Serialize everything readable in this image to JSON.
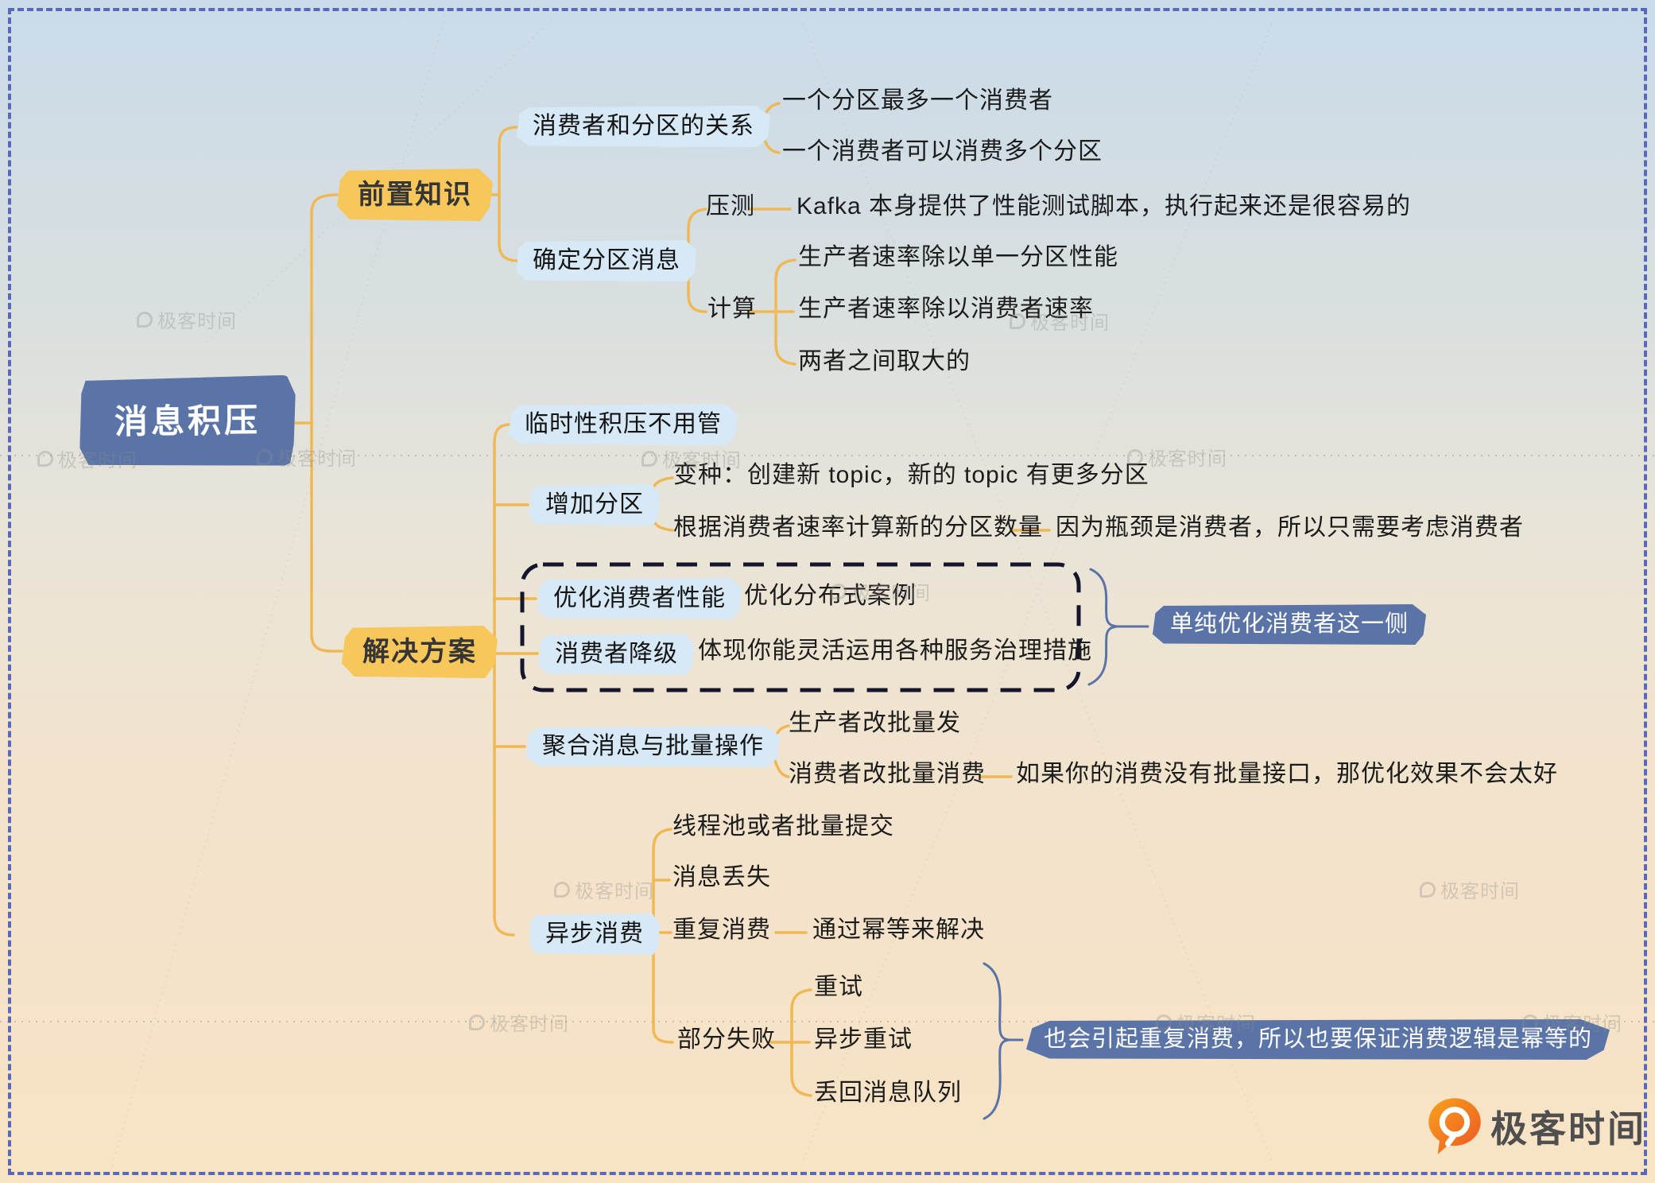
{
  "palette": {
    "node_navy": "#5b74a7",
    "node_yellow": "#f7c75c",
    "node_blue": "#d7e9f6",
    "connector_yellow": "#efb855",
    "brace_navy": "#5873a8",
    "page_border": "#5a68b8",
    "logo_orange": "#f26822"
  },
  "watermark": "极客时间",
  "brand": "极客时间",
  "mindmap": {
    "root": "消息积压",
    "pre": {
      "label": "前置知识",
      "relation": {
        "label": "消费者和分区的关系",
        "items": [
          "一个分区最多一个消费者",
          "一个消费者可以消费多个分区"
        ]
      },
      "determine": {
        "label": "确定分区消息",
        "stress": {
          "label": "压测",
          "note": "Kafka 本身提供了性能测试脚本，执行起来还是很容易的"
        },
        "calc": {
          "label": "计算",
          "items": [
            "生产者速率除以单一分区性能",
            "生产者速率除以消费者速率",
            "两者之间取大的"
          ]
        }
      }
    },
    "solution": {
      "label": "解决方案",
      "temporary": "临时性积压不用管",
      "add_partition": {
        "label": "增加分区",
        "variant": "变种：创建新 topic，新的 topic 有更多分区",
        "by_rate": "根据消费者速率计算新的分区数量",
        "by_rate_note": "因为瓶颈是消费者，所以只需要考虑消费者"
      },
      "consumer_group": {
        "optimize": {
          "label": "优化消费者性能",
          "note": "优化分布式案例"
        },
        "downgrade": {
          "label": "消费者降级",
          "note": "体现你能灵活运用各种服务治理措施"
        },
        "side_note": "单纯优化消费者这一侧"
      },
      "batch": {
        "label": "聚合消息与批量操作",
        "producer": "生产者改批量发",
        "consumer": "消费者改批量消费",
        "consumer_note": "如果你的消费没有批量接口，那优化效果不会太好"
      },
      "async": {
        "label": "异步消费",
        "thread_pool": "线程池或者批量提交",
        "loss": "消息丢失",
        "dup": "重复消费",
        "dup_note": "通过幂等来解决",
        "partial": {
          "label": "部分失败",
          "items": [
            "重试",
            "异步重试",
            "丢回消息队列"
          ],
          "note": "也会引起重复消费，所以也要保证消费逻辑是幂等的"
        }
      }
    }
  }
}
